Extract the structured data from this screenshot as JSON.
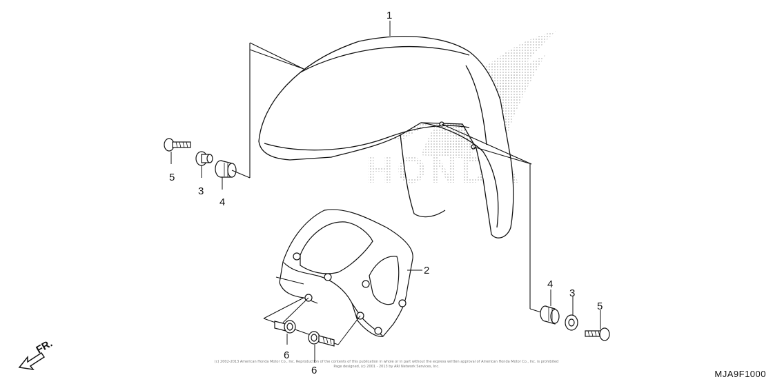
{
  "diagram": {
    "parts": [
      {
        "ref": "1"
      },
      {
        "ref": "2"
      },
      {
        "ref": "3"
      },
      {
        "ref": "4"
      },
      {
        "ref": "5"
      },
      {
        "ref": "6"
      }
    ],
    "callouts": {
      "c1": "1",
      "c2": "2",
      "c3_left": "3",
      "c4_left": "4",
      "c5_left": "5",
      "c3_right": "3",
      "c4_right": "4",
      "c5_right": "5",
      "c6_a": "6",
      "c6_b": "6"
    },
    "watermark_text": "HONDA",
    "direction_label": "FR.",
    "diagram_code": "MJA9F1000",
    "copyright_line1": "(c) 2002-2013 American Honda Motor Co., Inc. Reproduction of the contents of this publication in whole or in part without the express written approval of American Honda Motor Co., Inc. is prohibited",
    "copyright_line2": "Page designed, (c) 2001 - 2013 by ARI Network Services, Inc.",
    "colors": {
      "line": "#111111",
      "watermark": "#c8c8c8",
      "background": "#ffffff"
    }
  }
}
